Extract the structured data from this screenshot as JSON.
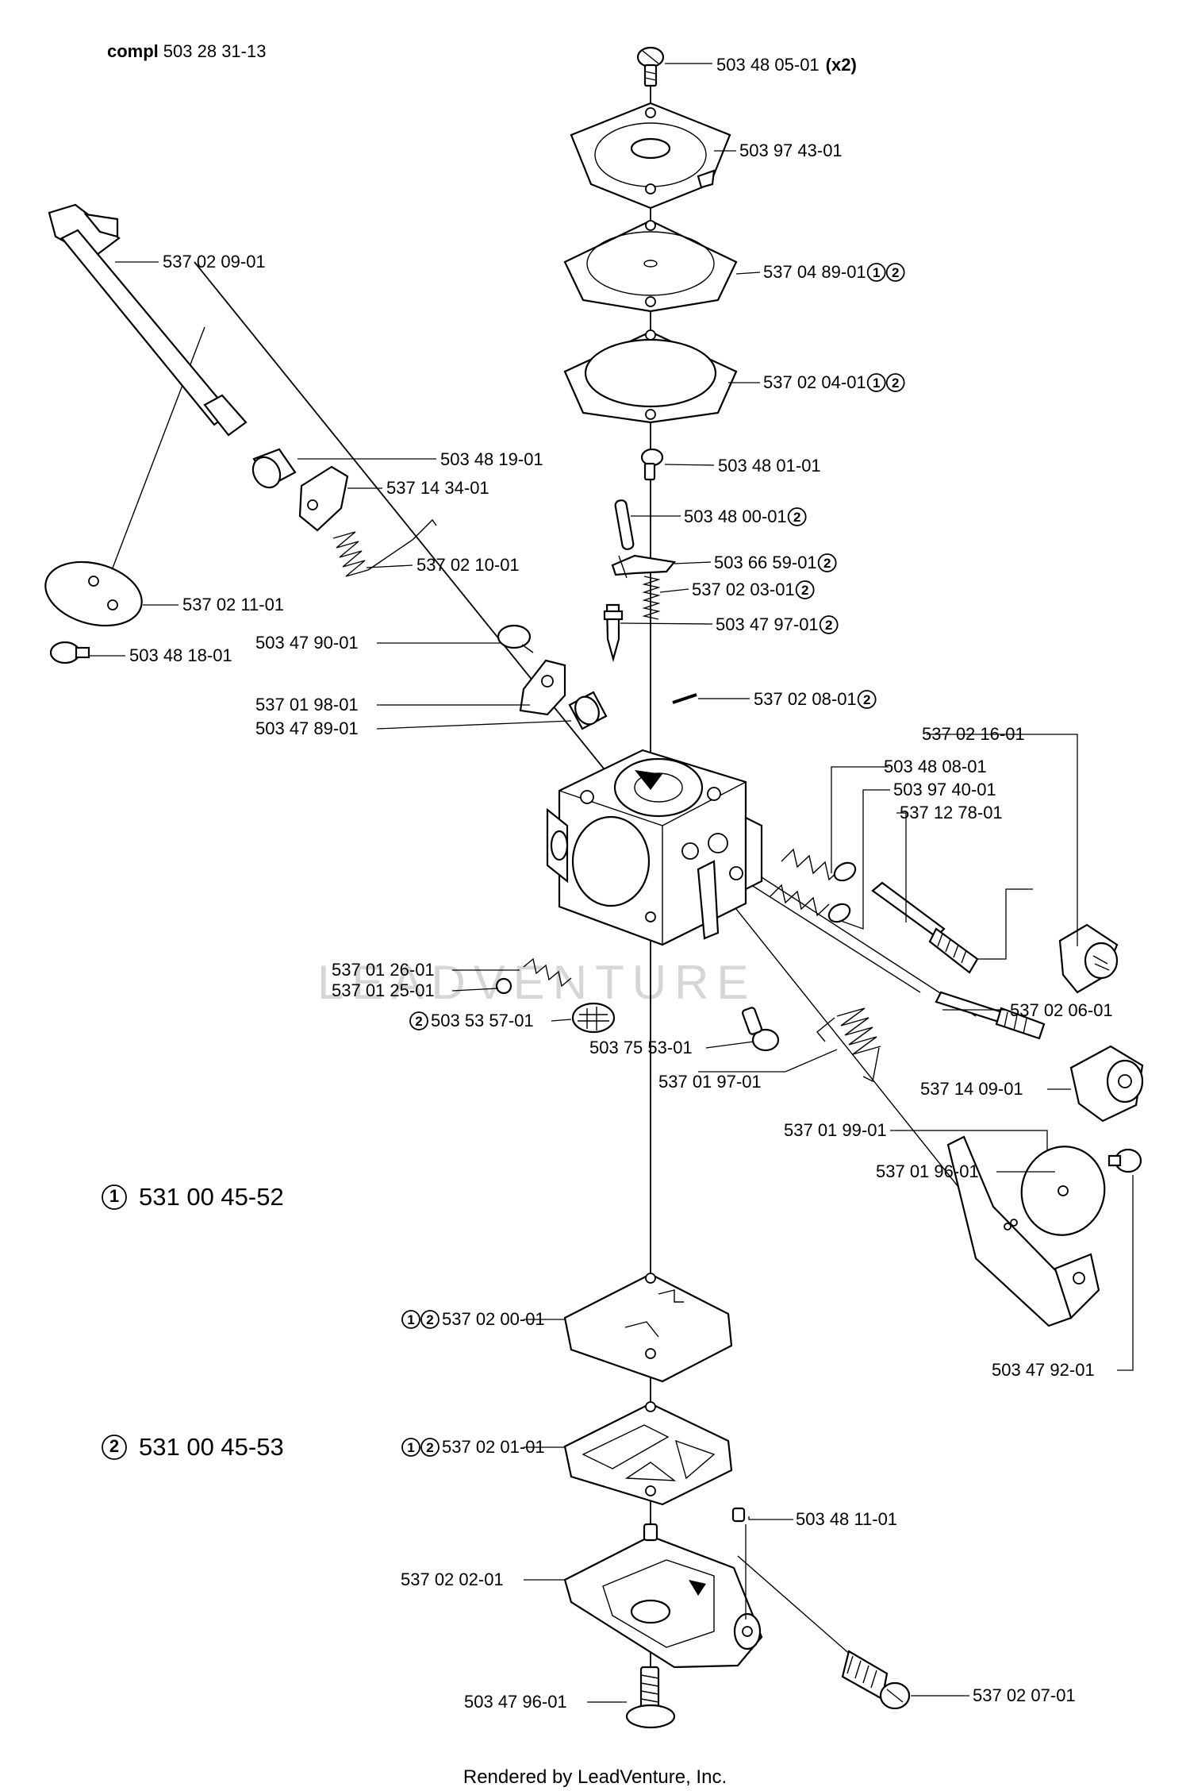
{
  "header": {
    "compl_prefix": "compl",
    "compl_number": "503 28 31-13"
  },
  "kits": [
    {
      "mark": "1",
      "number": "531 00 45-52"
    },
    {
      "mark": "2",
      "number": "531 00 45-53"
    }
  ],
  "parts": [
    {
      "id": "p01",
      "text": "503 48 05-01",
      "suffix": "(x2)"
    },
    {
      "id": "p02",
      "text": "503 97 43-01"
    },
    {
      "id": "p03",
      "text": "537 04 89-01",
      "marks": [
        "1",
        "2"
      ]
    },
    {
      "id": "p04",
      "text": "537 02 04-01",
      "marks": [
        "1",
        "2"
      ]
    },
    {
      "id": "p05",
      "text": "503 48 01-01"
    },
    {
      "id": "p06",
      "text": "503 48 00-01",
      "marks": [
        "2"
      ]
    },
    {
      "id": "p07",
      "text": "503 66 59-01",
      "marks": [
        "2"
      ]
    },
    {
      "id": "p08",
      "text": "537 02 03-01",
      "marks": [
        "2"
      ]
    },
    {
      "id": "p09",
      "text": "503 47 97-01",
      "marks": [
        "2"
      ]
    },
    {
      "id": "p10",
      "text": "537 02 08-01",
      "marks": [
        "2"
      ]
    },
    {
      "id": "p11",
      "text": "537 02 09-01"
    },
    {
      "id": "p12",
      "text": "503 48 19-01"
    },
    {
      "id": "p13",
      "text": "537 14 34-01"
    },
    {
      "id": "p14",
      "text": "537 02 10-01"
    },
    {
      "id": "p15",
      "text": "537 02 11-01"
    },
    {
      "id": "p16",
      "text": "503 48 18-01"
    },
    {
      "id": "p17",
      "text": "503 47 90-01"
    },
    {
      "id": "p18",
      "text": "537 01 98-01"
    },
    {
      "id": "p19",
      "text": "503 47 89-01"
    },
    {
      "id": "p20",
      "text": "537 02 16-01"
    },
    {
      "id": "p21",
      "text": "503 48 08-01"
    },
    {
      "id": "p22",
      "text": "503 97 40-01"
    },
    {
      "id": "p23",
      "text": "537 12 78-01"
    },
    {
      "id": "p24",
      "text": "537 01 26-01"
    },
    {
      "id": "p25",
      "text": "537 01 25-01"
    },
    {
      "id": "p26",
      "text": "503 53 57-01",
      "prefix_marks": [
        "2"
      ]
    },
    {
      "id": "p27",
      "text": "503 75 53-01"
    },
    {
      "id": "p28",
      "text": "537 01 97-01"
    },
    {
      "id": "p29",
      "text": "537 02 06-01"
    },
    {
      "id": "p30",
      "text": "537 14 09-01"
    },
    {
      "id": "p31",
      "text": "537 01 99-01"
    },
    {
      "id": "p32",
      "text": "537 01 96-01"
    },
    {
      "id": "p33",
      "text": "503 47 92-01"
    },
    {
      "id": "p34",
      "text": "537 02 00-01",
      "prefix_marks": [
        "1",
        "2"
      ]
    },
    {
      "id": "p35",
      "text": "537 02 01-01",
      "prefix_marks": [
        "1",
        "2"
      ]
    },
    {
      "id": "p36",
      "text": "503 48 11-01"
    },
    {
      "id": "p37",
      "text": "537 02 02-01"
    },
    {
      "id": "p38",
      "text": "503 47 96-01"
    },
    {
      "id": "p39",
      "text": "537 02 07-01"
    }
  ],
  "watermark": "LEADVENTURE",
  "footer": "Rendered by LeadVenture, Inc."
}
